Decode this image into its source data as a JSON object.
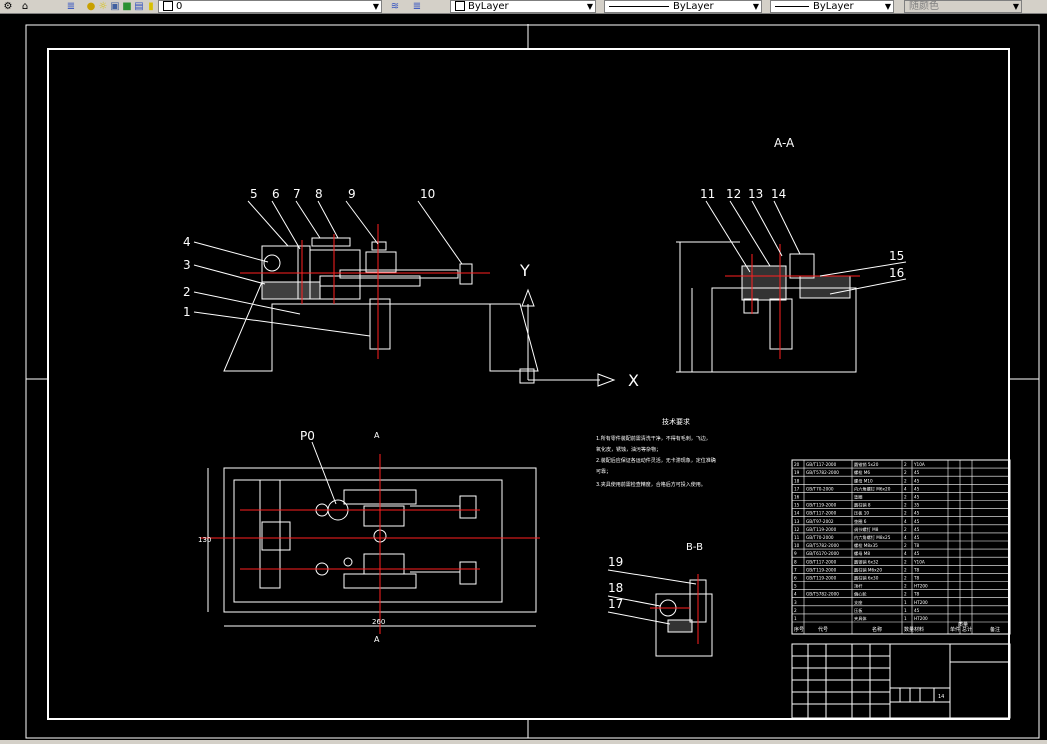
{
  "toolbar": {
    "layer_name": "0",
    "color_value": "ByLayer",
    "linetype_value": "ByLayer",
    "lineweight_value": "ByLayer",
    "plotstyle_value": "随颜色"
  },
  "drawing": {
    "section_aa_title": "A-A",
    "section_bb_title": "B-B",
    "axis_y_label": "Y",
    "axis_x_label": "X",
    "front_callouts": [
      "1",
      "2",
      "3",
      "4",
      "5",
      "6",
      "7",
      "8",
      "9",
      "10"
    ],
    "side_callouts": [
      "11",
      "12",
      "13",
      "14",
      "15",
      "16"
    ],
    "bb_callouts": [
      "17",
      "18",
      "19"
    ],
    "plan_callout": "P0",
    "plan_section_marks": [
      "A",
      "A"
    ],
    "plan_width_dim": "260",
    "plan_height_dim": "130",
    "tech_req_title": "技术要求",
    "tech_req_lines": [
      "1.所有零件装配前需清洗干净，不得有毛刺，飞边，",
      "氧化皮，锈蚀，油污等杂物；",
      "2.装配后应保证各运动件灵活，无卡滞现象，定位准确",
      "可靠；",
      "3.夹具使用前需检查精度，合格后方可投入使用。"
    ]
  },
  "bom": {
    "rows": [
      [
        "20",
        "GB/T117-2000",
        "圆锥销 5x20",
        "2",
        "Y10A"
      ],
      [
        "19",
        "GB/T5782-2000",
        "螺栓 M6",
        "2",
        "45"
      ],
      [
        "18",
        "",
        "螺母 M10",
        "2",
        "45"
      ],
      [
        "17",
        "GB/T70-2000",
        "内六角螺钉 M6x20",
        "4",
        "45"
      ],
      [
        "16",
        "",
        "垫圈",
        "2",
        "45"
      ],
      [
        "15",
        "GB/T119-2000",
        "圆柱销 8",
        "2",
        "35"
      ],
      [
        "14",
        "GB/T117-2000",
        "压板 10",
        "2",
        "45"
      ],
      [
        "13",
        "GB/T97-2002",
        "垫圈 6",
        "4",
        "45"
      ],
      [
        "12",
        "GB/T119-2000",
        "调节螺钉 M8",
        "2",
        "45"
      ],
      [
        "11",
        "GB/T70-2000",
        "内六角螺钉 M8x25",
        "4",
        "45"
      ],
      [
        "10",
        "GB/T5782-2000",
        "螺栓 M8x35",
        "2",
        "T8"
      ],
      [
        "9",
        "GB/T6170-2000",
        "螺母 M8",
        "4",
        "45"
      ],
      [
        "8",
        "GB/T117-2000",
        "圆锥销 6x32",
        "2",
        "Y10A"
      ],
      [
        "7",
        "GB/T119-2000",
        "圆柱销 M6x20",
        "2",
        "T8"
      ],
      [
        "6",
        "GB/T119-2000",
        "圆柱销 6x30",
        "2",
        "T8"
      ],
      [
        "5",
        "",
        "顶杆",
        "2",
        "HT200"
      ],
      [
        "4",
        "GB/T5782-2000",
        "偏心轮",
        "2",
        "T8"
      ],
      [
        "3",
        "",
        "支座",
        "1",
        "HT200"
      ],
      [
        "2",
        "",
        "压板",
        "1",
        "45"
      ],
      [
        "1",
        "",
        "夹具体",
        "1",
        "HT200"
      ]
    ],
    "header": [
      "序号",
      "代号",
      "名称",
      "数量",
      "材料",
      "单件",
      "总计",
      "备注"
    ],
    "header_mass": "质量",
    "title_sheet": "14"
  }
}
